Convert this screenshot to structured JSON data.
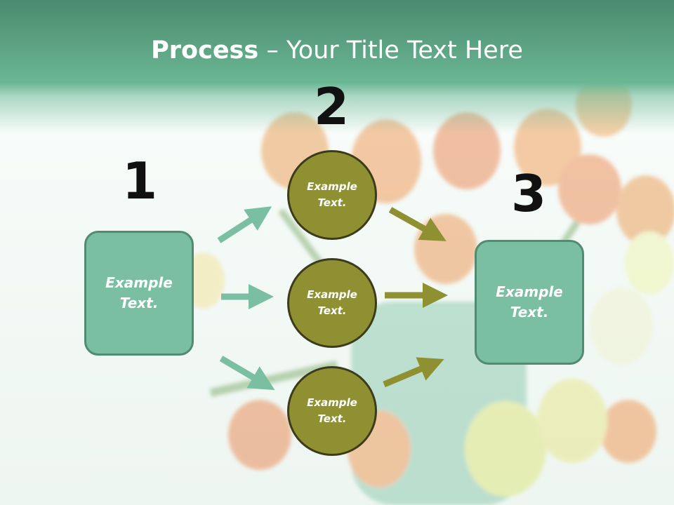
{
  "title": {
    "bold": "Process",
    "rest": " – Your Title Text Here"
  },
  "steps": {
    "one": "1",
    "two": "2",
    "three": "3"
  },
  "left_box": {
    "label": "Example\nText."
  },
  "right_box": {
    "label": "Example\nText."
  },
  "circles": [
    {
      "label": "Example\nText."
    },
    {
      "label": "Example\nText."
    },
    {
      "label": "Example\nText."
    }
  ],
  "colors": {
    "header": "#5fa786",
    "box_fill": "#7bbfa3",
    "box_border": "#528a72",
    "circle_fill": "#8f9032",
    "teal_arrow": "#7bbfa3",
    "olive_arrow": "#8f9032"
  }
}
